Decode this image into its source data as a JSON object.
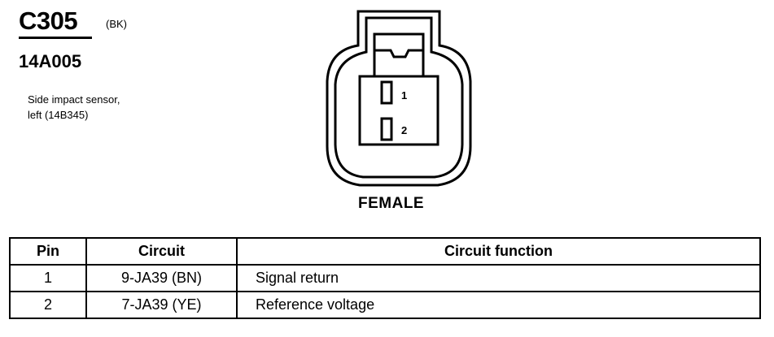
{
  "connector": {
    "id": "C305",
    "color_code": "(BK)",
    "part_number": "14A005",
    "description_line1": "Side impact sensor,",
    "description_line2": "left (14B345)",
    "gender": "FEMALE",
    "cavity_labels": [
      "1",
      "2"
    ]
  },
  "pin_table": {
    "headers": [
      "Pin",
      "Circuit",
      "Circuit function"
    ],
    "rows": [
      {
        "pin": "1",
        "circuit": "9-JA39 (BN)",
        "function": "Signal return"
      },
      {
        "pin": "2",
        "circuit": "7-JA39 (YE)",
        "function": "Reference voltage"
      }
    ]
  }
}
